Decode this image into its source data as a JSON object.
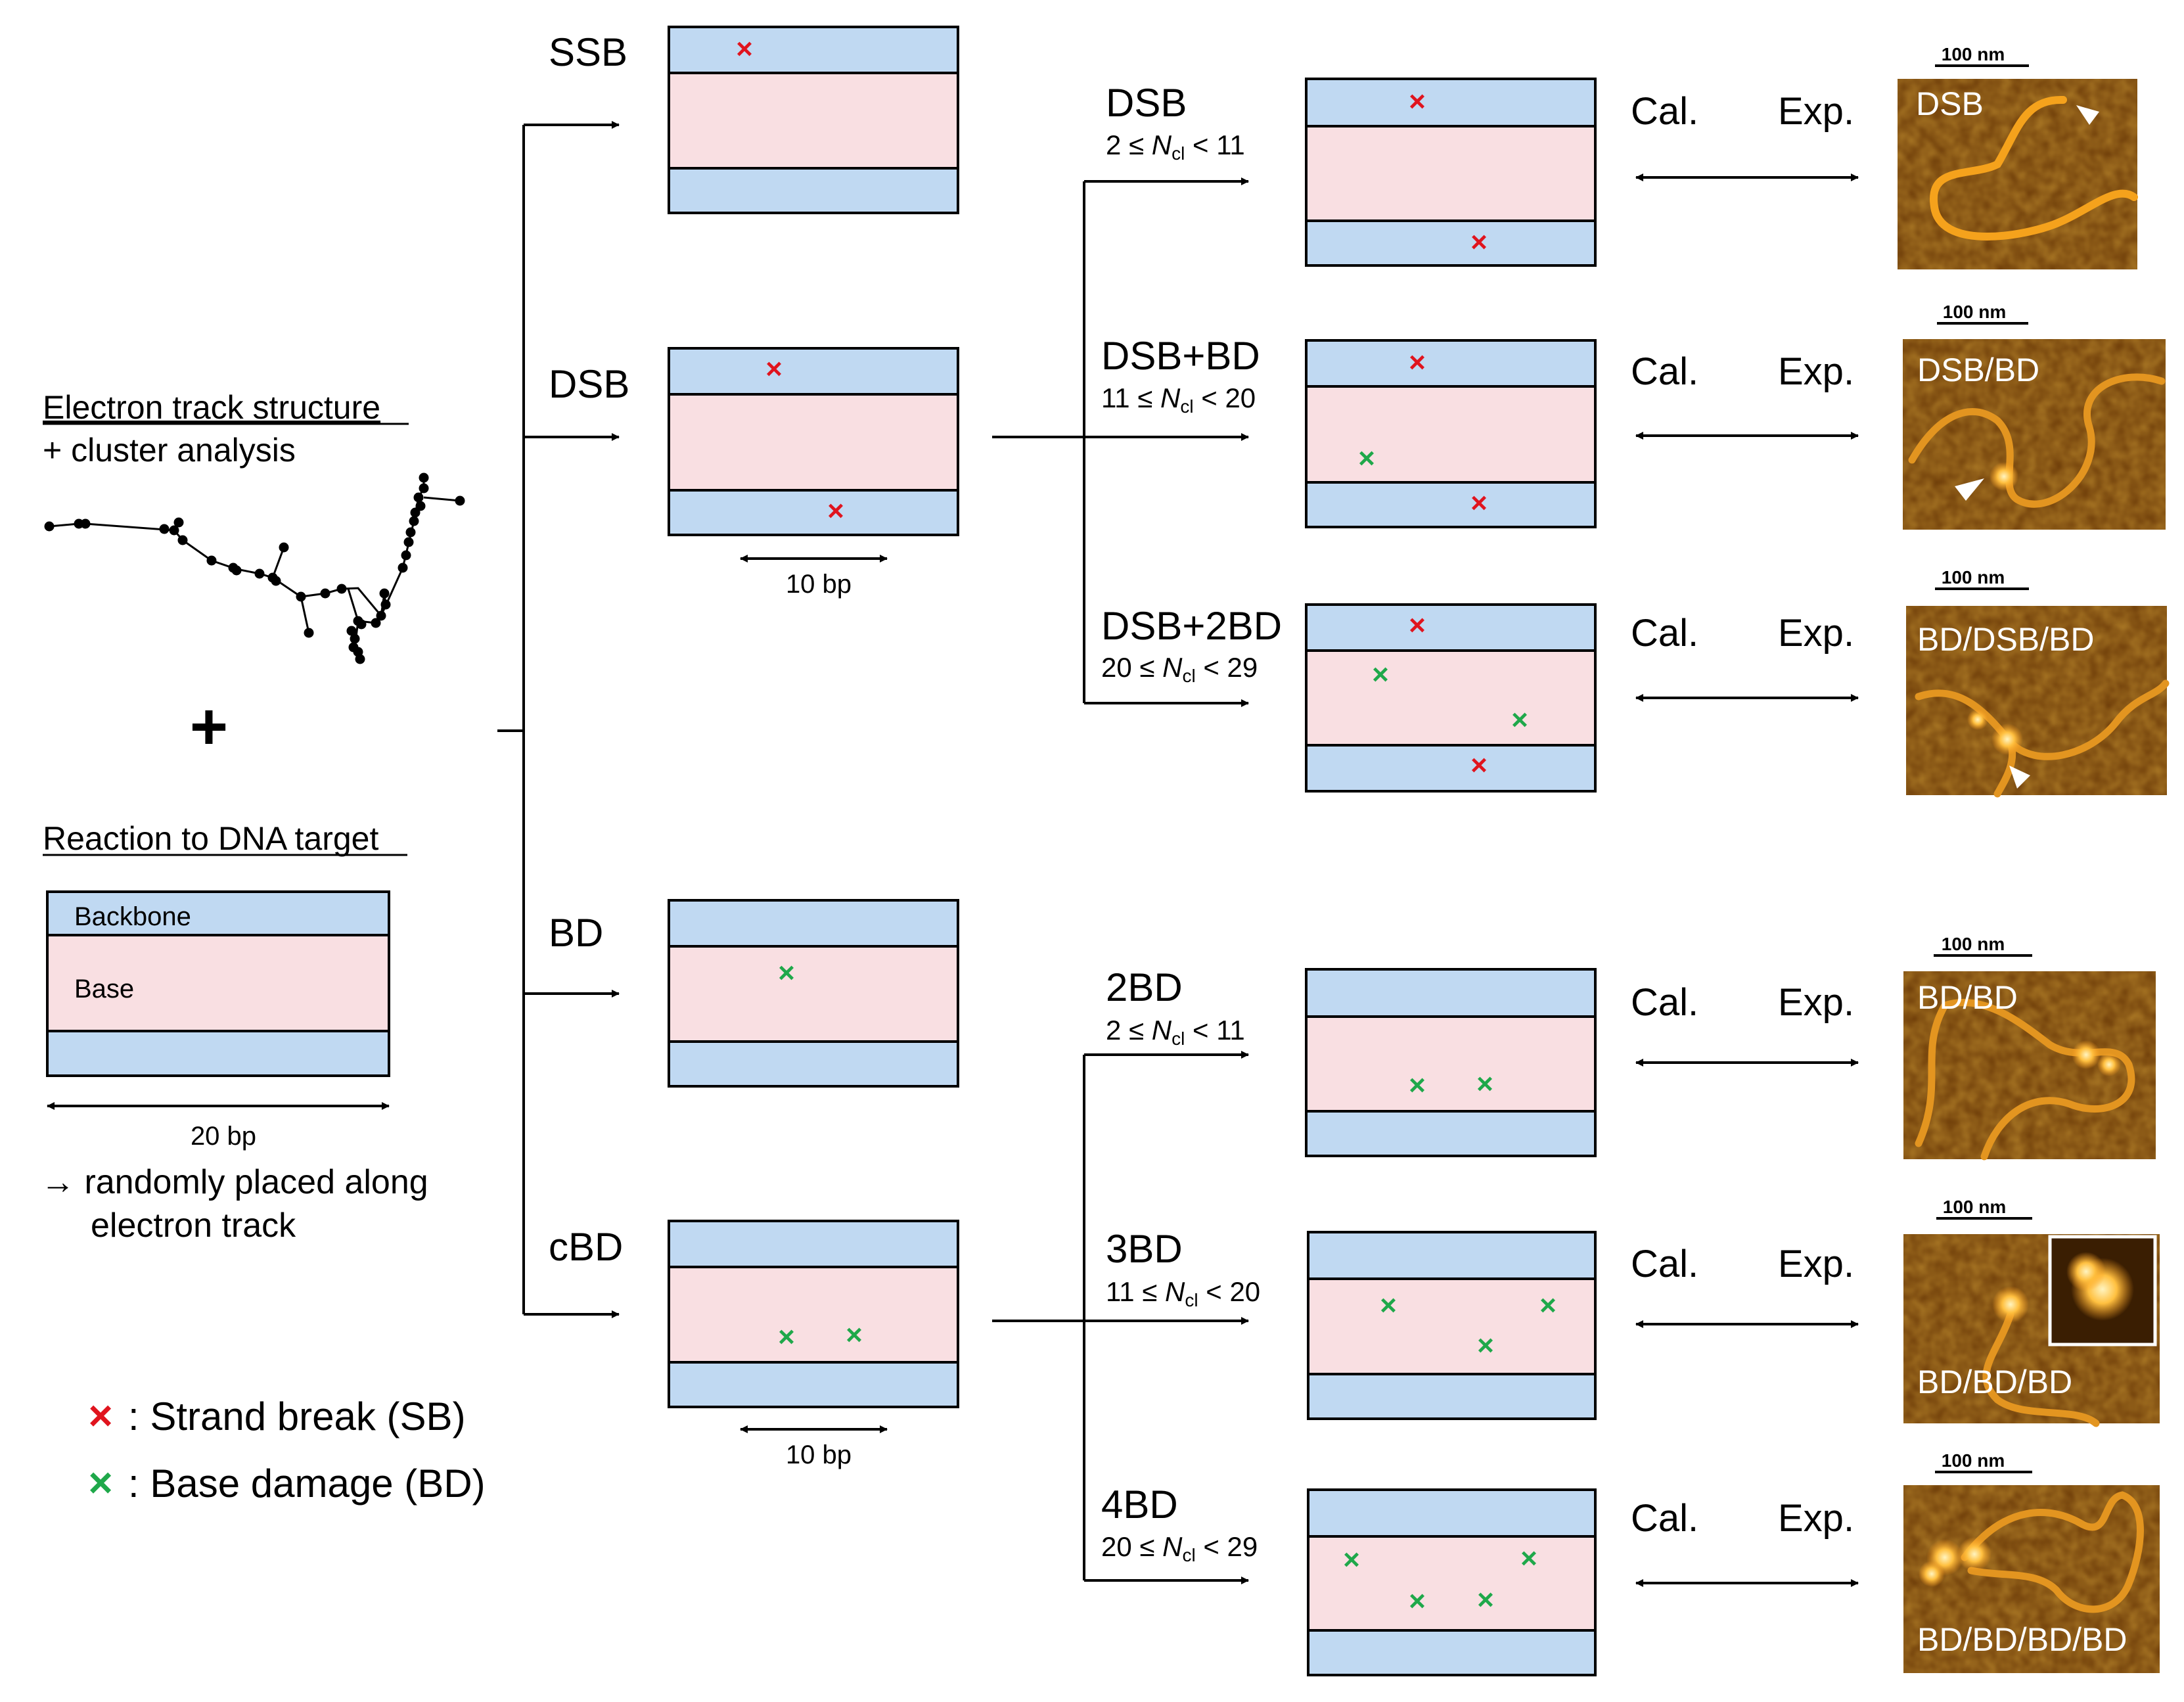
{
  "left": {
    "track_title": "Electron track structure",
    "track_subtitle": "+ cluster analysis",
    "plus": "+",
    "reaction_title": "Reaction to DNA target",
    "backbone_label": "Backbone",
    "base_label": "Base",
    "scale_label": "20 bp",
    "note_line1": "→ randomly placed along",
    "note_line2": "electron track"
  },
  "legend": {
    "sb_symbol": "×",
    "sb_text": ":  Strand break (SB)",
    "bd_symbol": "×",
    "bd_text": ":  Base damage (BD)"
  },
  "colors": {
    "backbone": "#c0d9f2",
    "base": "#f9dfe2",
    "sb": "#e0141e",
    "bd": "#1fa84a",
    "afm_dark": "#6b3a07",
    "afm_light": "#f0a020"
  },
  "first_level": [
    {
      "label": "SSB"
    },
    {
      "label": "DSB",
      "scale": "10 bp"
    },
    {
      "label": "BD"
    },
    {
      "label": "cBD",
      "scale": "10 bp"
    }
  ],
  "second_level": [
    {
      "label": "DSB",
      "cond_pre": "2 ≤ ",
      "cond_post": " < 11",
      "cal": "Cal.",
      "exp": "Exp.",
      "scalebar": "100 nm",
      "image_label": "DSB"
    },
    {
      "label": "DSB+BD",
      "cond_pre": "11 ≤ ",
      "cond_post": " < 20",
      "cal": "Cal.",
      "exp": "Exp.",
      "scalebar": "100 nm",
      "image_label": "DSB/BD"
    },
    {
      "label": "DSB+2BD",
      "cond_pre": "20 ≤ ",
      "cond_post": " < 29",
      "cal": "Cal.",
      "exp": "Exp.",
      "scalebar": "100 nm",
      "image_label": "BD/DSB/BD"
    },
    {
      "label": "2BD",
      "cond_pre": "2 ≤ ",
      "cond_post": " < 11",
      "cal": "Cal.",
      "exp": "Exp.",
      "scalebar": "100 nm",
      "image_label": "BD/BD"
    },
    {
      "label": "3BD",
      "cond_pre": "11 ≤ ",
      "cond_post": " < 20",
      "cal": "Cal.",
      "exp": "Exp.",
      "scalebar": "100 nm",
      "image_label": "BD/BD/BD"
    },
    {
      "label": "4BD",
      "cond_pre": "20 ≤ ",
      "cond_post": " < 29",
      "cal": "Cal.",
      "exp": "Exp.",
      "scalebar": "100 nm",
      "image_label": "BD/BD/BD/BD"
    }
  ],
  "ncl_symbol": "N",
  "ncl_sub": "cl"
}
